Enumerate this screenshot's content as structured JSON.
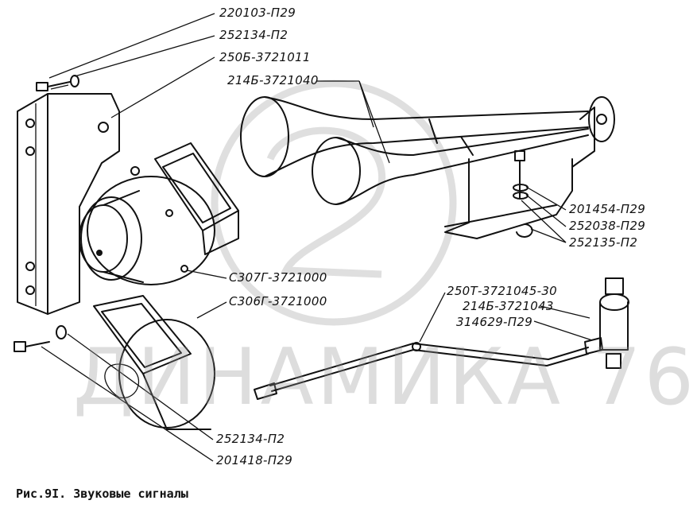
{
  "part_numbers": {
    "p1": "220103-П29",
    "p2": "252134-П2",
    "p3": "250Б-3721011",
    "p4": "214Б-3721040",
    "p5": "201454-П29",
    "p6": "252038-П29",
    "p7": "252135-П2",
    "p8": "С307Г-3721000",
    "p9": "С306Г-3721000",
    "p10": "250Т-3721045-30",
    "p11": "214Б-3721043",
    "p12": "314629-П29",
    "p13": "252134-П2",
    "p14": "201418-П29"
  },
  "caption": "Рис.9I. Звуковые сигналы",
  "watermark": "ДИНАМИКА 76",
  "colors": {
    "ink": "#111111",
    "background": "#ffffff",
    "watermark": "#969696"
  }
}
